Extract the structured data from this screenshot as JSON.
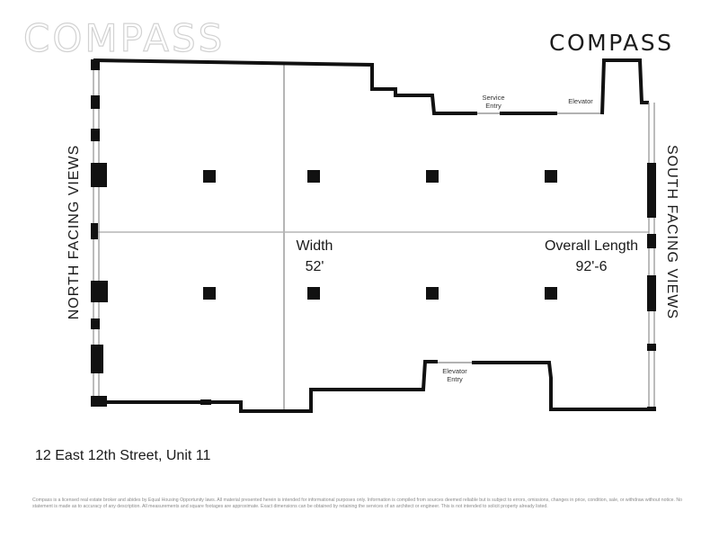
{
  "brand": {
    "watermark": "COMPASS",
    "logo": "COMPASS"
  },
  "labels": {
    "north_views": "NORTH FACING VIEWS",
    "south_views": "SOUTH FACING VIEWS",
    "width_title": "Width",
    "width_value": "52'",
    "length_title": "Overall Length",
    "length_value": "92'-6",
    "service_entry": "Service Entry",
    "elevator": "Elevator",
    "elevator_entry": "Elevator Entry"
  },
  "address": "12 East 12th Street, Unit 11",
  "disclaimer": "Compass is a licensed real estate broker and abides by Equal Housing Opportunity laws. All material presented herein is intended for informational purposes only. Information is compiled from sources deemed reliable but is subject to errors, omissions, changes in price, condition, sale, or withdraw without notice. No statement is made as to accuracy of any description. All measurements and square footages are approximate. Exact dimensions can be obtained by retaining the services of an architect or engineer. This is not intended to solicit property already listed.",
  "colors": {
    "wall": "#111111",
    "partition": "#b5b5b5",
    "window": "#9a9a9a",
    "watermark_outline": "#d2d2d2"
  }
}
